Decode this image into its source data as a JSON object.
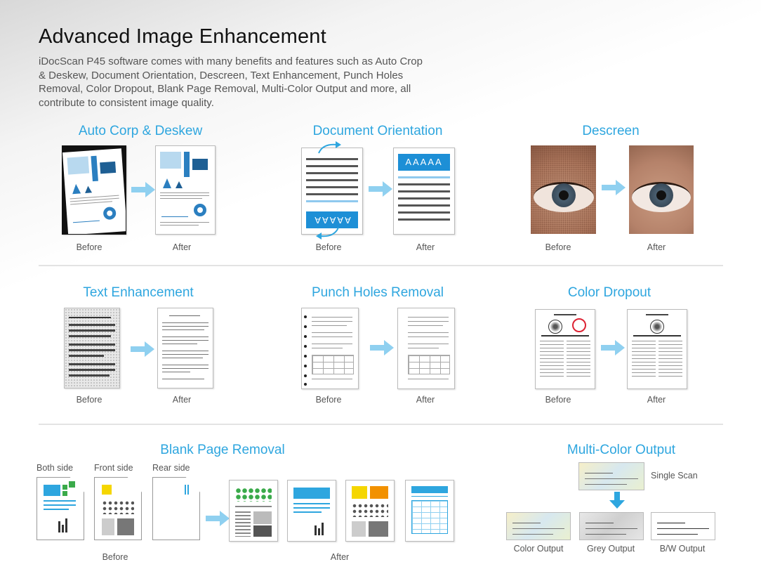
{
  "header": {
    "title": "Advanced Image Enhancement",
    "intro": "iDocScan P45 software comes with many benefits and features such as Auto Crop & Deskew, Document Orientation, Descreen, Text Enhancement, Punch Holes Removal, Color Dropout, Blank Page Removal, Multi-Color Output and more, all contribute to consistent image quality."
  },
  "sections": {
    "deskew": {
      "title": "Auto Corp & Deskew",
      "before": "Before",
      "after": "After"
    },
    "orientation": {
      "title": "Document Orientation",
      "before": "Before",
      "after": "After",
      "banner": "AAAAA"
    },
    "descreen": {
      "title": "Descreen",
      "before": "Before",
      "after": "After"
    },
    "text": {
      "title": "Text Enhancement",
      "before": "Before",
      "after": "After"
    },
    "punch": {
      "title": "Punch Holes Removal",
      "before": "Before",
      "after": "After"
    },
    "dropout": {
      "title": "Color Dropout",
      "before": "Before",
      "after": "After"
    },
    "blank": {
      "title": "Blank Page Removal",
      "both": "Both side",
      "front": "Front side",
      "rear": "Rear side",
      "before": "Before",
      "after": "After"
    },
    "multicolor": {
      "title": "Multi-Color Output",
      "single": "Single Scan",
      "color": "Color Output",
      "grey": "Grey Output",
      "bw": "B/W Output"
    }
  },
  "colors": {
    "accent": "#2ea6df",
    "arrow": "#8fd0f0",
    "banner": "#1d8fd6",
    "green": "#3aaa4a",
    "yellow": "#f5d600",
    "orange": "#f29100"
  }
}
